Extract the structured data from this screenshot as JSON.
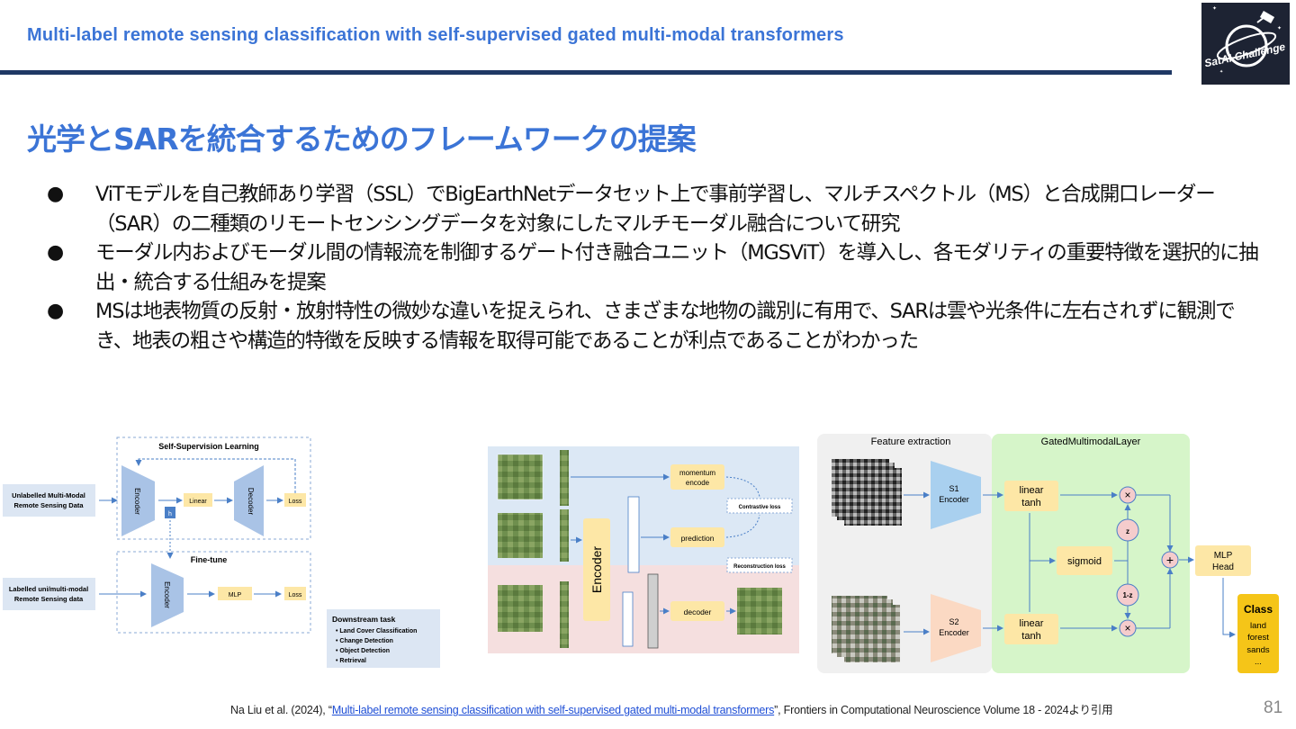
{
  "header": {
    "title": "Multi-label remote sensing classification with self-supervised gated multi-modal transformers"
  },
  "logo": {
    "text": "SatAI Challenge",
    "icon": "satellite-icon"
  },
  "slide": {
    "title": "光学とSARを統合するためのフレームワークの提案",
    "bullet_symbol": "●",
    "bullets": [
      "ViTモデルを自己教師あり学習（SSL）でBigEarthNetデータセット上で事前学習し、マルチスペクトル（MS）と合成開口レーダー（SAR）の二種類のリモートセンシングデータを対象にしたマルチモーダル融合について研究",
      "モーダル内およびモーダル間の情報流を制御するゲート付き融合ユニット（MGSViT）を導入し、各モダリティの重要特徴を選択的に抽出・統合する仕組みを提案",
      "MSは地表物質の反射・放射特性の微妙な違いを捉えられ、さまざまな地物の識別に有用で、SARは雲や光条件に左右されずに観測でき、地表の粗さや構造的特徴を反映する情報を取得可能であることが利点であることがわかった"
    ]
  },
  "diagram_left": {
    "ssl_title": "Self-Supervision Learning",
    "finetune_title": "Fine-tune",
    "unlabelled": [
      "Unlabelled Multi-Modal",
      "Remote Sensing Data"
    ],
    "labelled": [
      "Labelled uni/multi-modal",
      "Remote Sensing data"
    ],
    "encoder": "Encoder",
    "decoder": "Decoder",
    "linear": "Linear",
    "loss": "Loss",
    "mlp": "MLP",
    "h": "h",
    "downstream_title": "Downstream task",
    "downstream_items": [
      "Land Cover Classification",
      "Change Detection",
      "Object Detection",
      "Retrieval"
    ]
  },
  "diagram_middle": {
    "encoder": "Encoder",
    "momentum": [
      "momentum",
      "encode"
    ],
    "prediction": "prediction",
    "decoder": "decoder",
    "contrastive_loss": "Contrastive loss",
    "reconstruction_loss": "Reconstruction loss"
  },
  "diagram_right": {
    "feature_title": "Feature extraction",
    "gated_title": "GatedMultimodalLayer",
    "s1": [
      "S1",
      "Encoder"
    ],
    "s2": [
      "S2",
      "Encoder"
    ],
    "linear_tanh": [
      "linear",
      "tanh"
    ],
    "sigmoid": "sigmoid",
    "z": "z",
    "one_minus_z": "1-z",
    "mlp_head": [
      "MLP",
      "Head"
    ],
    "class_title": "Class",
    "class_items": [
      "land",
      "forest",
      "sands",
      "..."
    ]
  },
  "citation": {
    "prefix": "Na Liu et al. (2024), “",
    "link": "Multi-label remote sensing classification with self-supervised gated multi-modal transformers",
    "suffix": "”, Frontiers in Computational Neuroscience Volume 18 - 2024より引用"
  },
  "page_number": "81",
  "colors": {
    "accent": "#3b74d6",
    "rule": "#1f3864",
    "blue_panel": "#dce8f5",
    "pink_panel": "#f5dfdf",
    "yellow": "#fde7a6",
    "green_panel": "#d6f5c9",
    "class_box": "#f5c518"
  }
}
